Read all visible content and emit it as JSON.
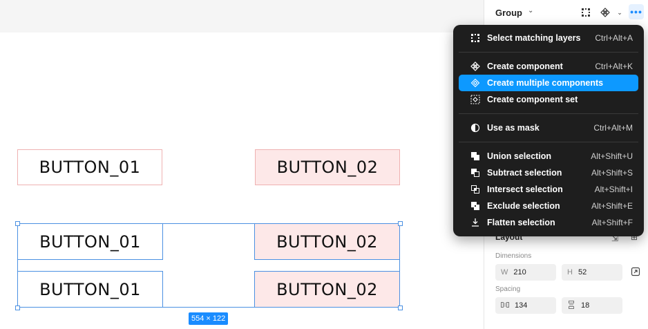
{
  "canvas": {
    "buttons": [
      {
        "label": "BUTTON_01"
      },
      {
        "label": "BUTTON_02"
      },
      {
        "label": "BUTTON_01"
      },
      {
        "label": "BUTTON_02"
      },
      {
        "label": "BUTTON_01"
      },
      {
        "label": "BUTTON_02"
      }
    ],
    "selection_size": "554 × 122"
  },
  "panel": {
    "group_label": "Group",
    "layout_title": "Layout",
    "dimensions_title": "Dimensions",
    "width_label": "W",
    "width_value": "210",
    "height_label": "H",
    "height_value": "52",
    "spacing_title": "Spacing",
    "spacing_h_value": "134",
    "spacing_v_value": "18"
  },
  "menu": {
    "items": [
      {
        "label": "Select matching layers",
        "shortcut": "Ctrl+Alt+A",
        "icon": "select-matching-icon"
      },
      {
        "label": "Create component",
        "shortcut": "Ctrl+Alt+K",
        "icon": "component-icon"
      },
      {
        "label": "Create multiple components",
        "shortcut": "",
        "icon": "multiple-components-icon",
        "active": true
      },
      {
        "label": "Create component set",
        "shortcut": "",
        "icon": "component-set-icon"
      },
      {
        "label": "Use as mask",
        "shortcut": "Ctrl+Alt+M",
        "icon": "mask-icon"
      },
      {
        "label": "Union selection",
        "shortcut": "Alt+Shift+U",
        "icon": "union-icon"
      },
      {
        "label": "Subtract selection",
        "shortcut": "Alt+Shift+S",
        "icon": "subtract-icon"
      },
      {
        "label": "Intersect selection",
        "shortcut": "Alt+Shift+I",
        "icon": "intersect-icon"
      },
      {
        "label": "Exclude selection",
        "shortcut": "Alt+Shift+E",
        "icon": "exclude-icon"
      },
      {
        "label": "Flatten selection",
        "shortcut": "Alt+Shift+F",
        "icon": "flatten-icon"
      }
    ]
  },
  "colors": {
    "accent": "#0d99ff",
    "menu_bg": "#1e1e1e",
    "selection": "#4a90e2",
    "pink_fill": "#fde8e8"
  }
}
